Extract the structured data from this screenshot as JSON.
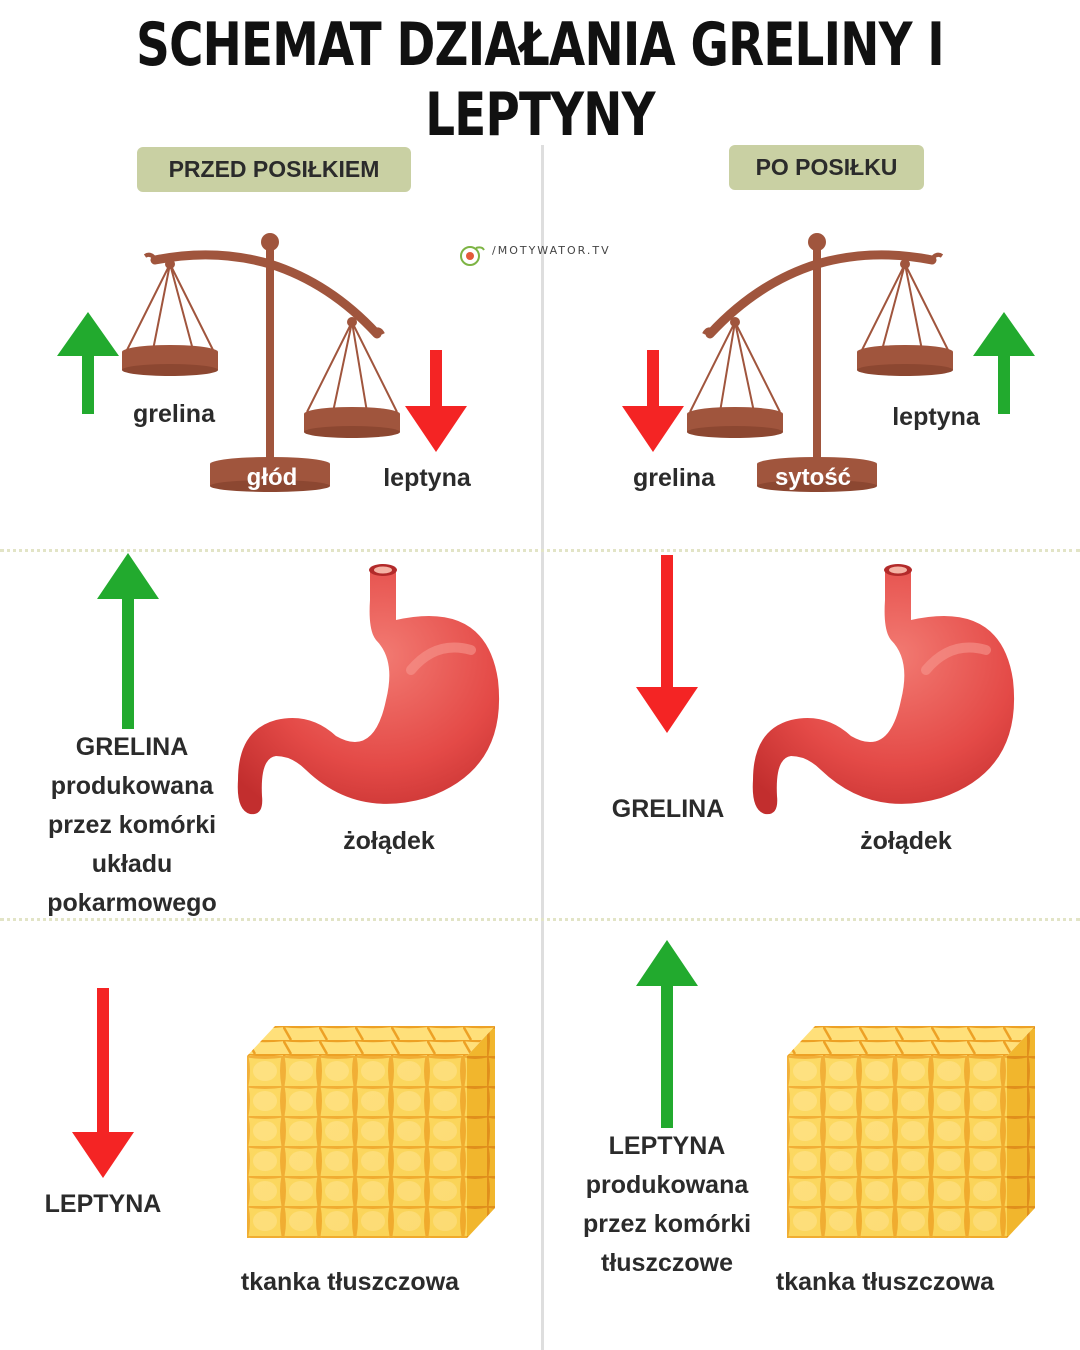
{
  "title": "SCHEMAT DZIAŁANIA GRELINY I LEPTYNY",
  "logo_text": "/MOTYWATOR.TV",
  "left": {
    "badge": "PRZED POSIŁKIEM",
    "scale_left_label": "grelina",
    "scale_right_label": "leptyna",
    "scale_base_label": "głód",
    "stomach_hormone_lines": [
      "GRELINA",
      "produkowana",
      "przez komórki",
      "układu",
      "pokarmowego"
    ],
    "stomach_label": "żołądek",
    "fat_hormone": "LEPTYNA",
    "fat_label": "tkanka tłuszczowa"
  },
  "right": {
    "badge": "PO POSIŁKU",
    "scale_left_label": "grelina",
    "scale_right_label": "leptyna",
    "scale_base_label": "sytość",
    "stomach_hormone": "GRELINA",
    "stomach_label": "żołądek",
    "fat_hormone_lines": [
      "LEPTYNA",
      "produkowana",
      "przez komórki",
      "tłuszczowe"
    ],
    "fat_label": "tkanka tłuszczowa"
  },
  "colors": {
    "up_arrow": "#22aa2e",
    "down_arrow": "#f42424",
    "scale": "#a0553d",
    "badge": "#c9d0a3",
    "stomach": "#e34b48",
    "fat": "#f6c23a"
  },
  "icons": [
    "scale-icon",
    "stomach-icon",
    "fat-tissue-icon",
    "arrow-up-icon",
    "arrow-down-icon",
    "logo-icon"
  ]
}
